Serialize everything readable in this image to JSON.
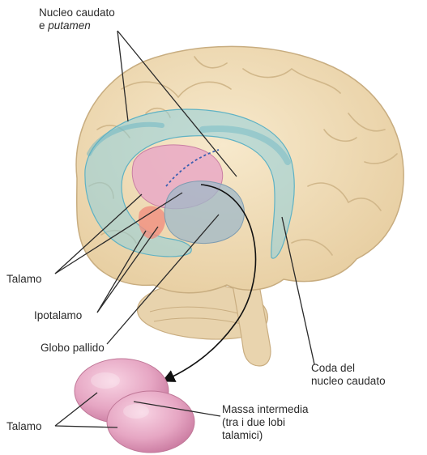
{
  "labels": {
    "caudate_putamen_line1": "Nucleo caudato",
    "caudate_putamen_line2_prefix": "e ",
    "caudate_putamen_line2_italic": "putamen",
    "talamo_upper": "Talamo",
    "ipotalamo": "Ipotalamo",
    "globo_pallido": "Globo pallido",
    "coda_line1": "Coda del",
    "coda_line2": "nucleo caudato",
    "talamo_lower": "Talamo",
    "massa_line1": "Massa intermedia",
    "massa_line2": "(tra i due lobi",
    "massa_line3": "talamici)"
  },
  "colors": {
    "brain": "#f1dfbc",
    "brain_outline": "#cdb48a",
    "caudate_putamen": "#8fd0dc",
    "thalamus": "#e7a7c4",
    "hypothalamus": "#f08f80",
    "globus_pallidus": "#9fb8c8",
    "leader_line": "#2a2a2a"
  }
}
